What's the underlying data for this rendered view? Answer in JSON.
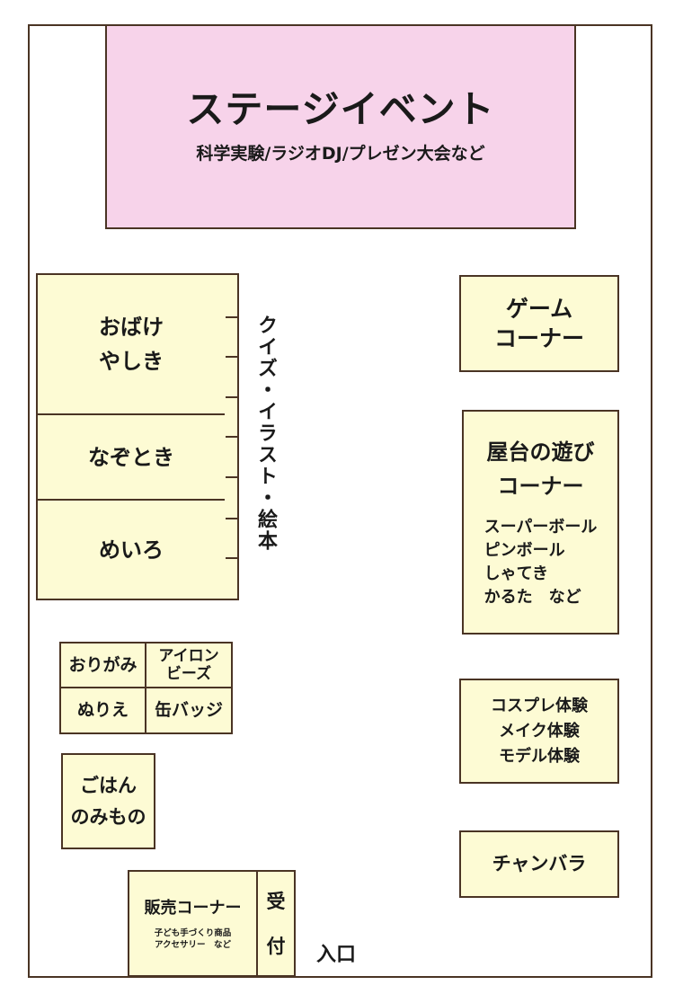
{
  "stage": {
    "title": "ステージイベント",
    "subtitle": "科学実験/ラジオDJ/プレゼン大会など"
  },
  "left_column": {
    "obake": [
      "おばけ",
      "やしき"
    ],
    "nazotoki": "なぞとき",
    "meiro": "めいろ"
  },
  "quiz_label": "クイズ・イラスト・絵本",
  "crafts": {
    "origami": "おりがみ",
    "iron_beads": [
      "アイロン",
      "ビーズ"
    ],
    "nurie": "ぬりえ",
    "can_badge": "缶バッジ"
  },
  "food": [
    "ごはん",
    "のみもの"
  ],
  "shop": {
    "title": "販売コーナー",
    "items": [
      "子ども手づくり商品",
      "アクセサリー　など"
    ]
  },
  "reception": [
    "受",
    "付"
  ],
  "entrance": "入口",
  "game_corner": [
    "ゲーム",
    "コーナー"
  ],
  "stall_games": {
    "title": [
      "屋台の遊び",
      "コーナー"
    ],
    "items": [
      "スーパーボール",
      "ピンボール",
      "しゃてき",
      "かるた　など"
    ]
  },
  "experience": [
    "コスプレ体験",
    "メイク体験",
    "モデル体験"
  ],
  "chanbara": "チャンバラ",
  "colors": {
    "border": "#4a3424",
    "booth_fill": "#fdfbd4",
    "stage_fill": "#f7d3ea"
  }
}
